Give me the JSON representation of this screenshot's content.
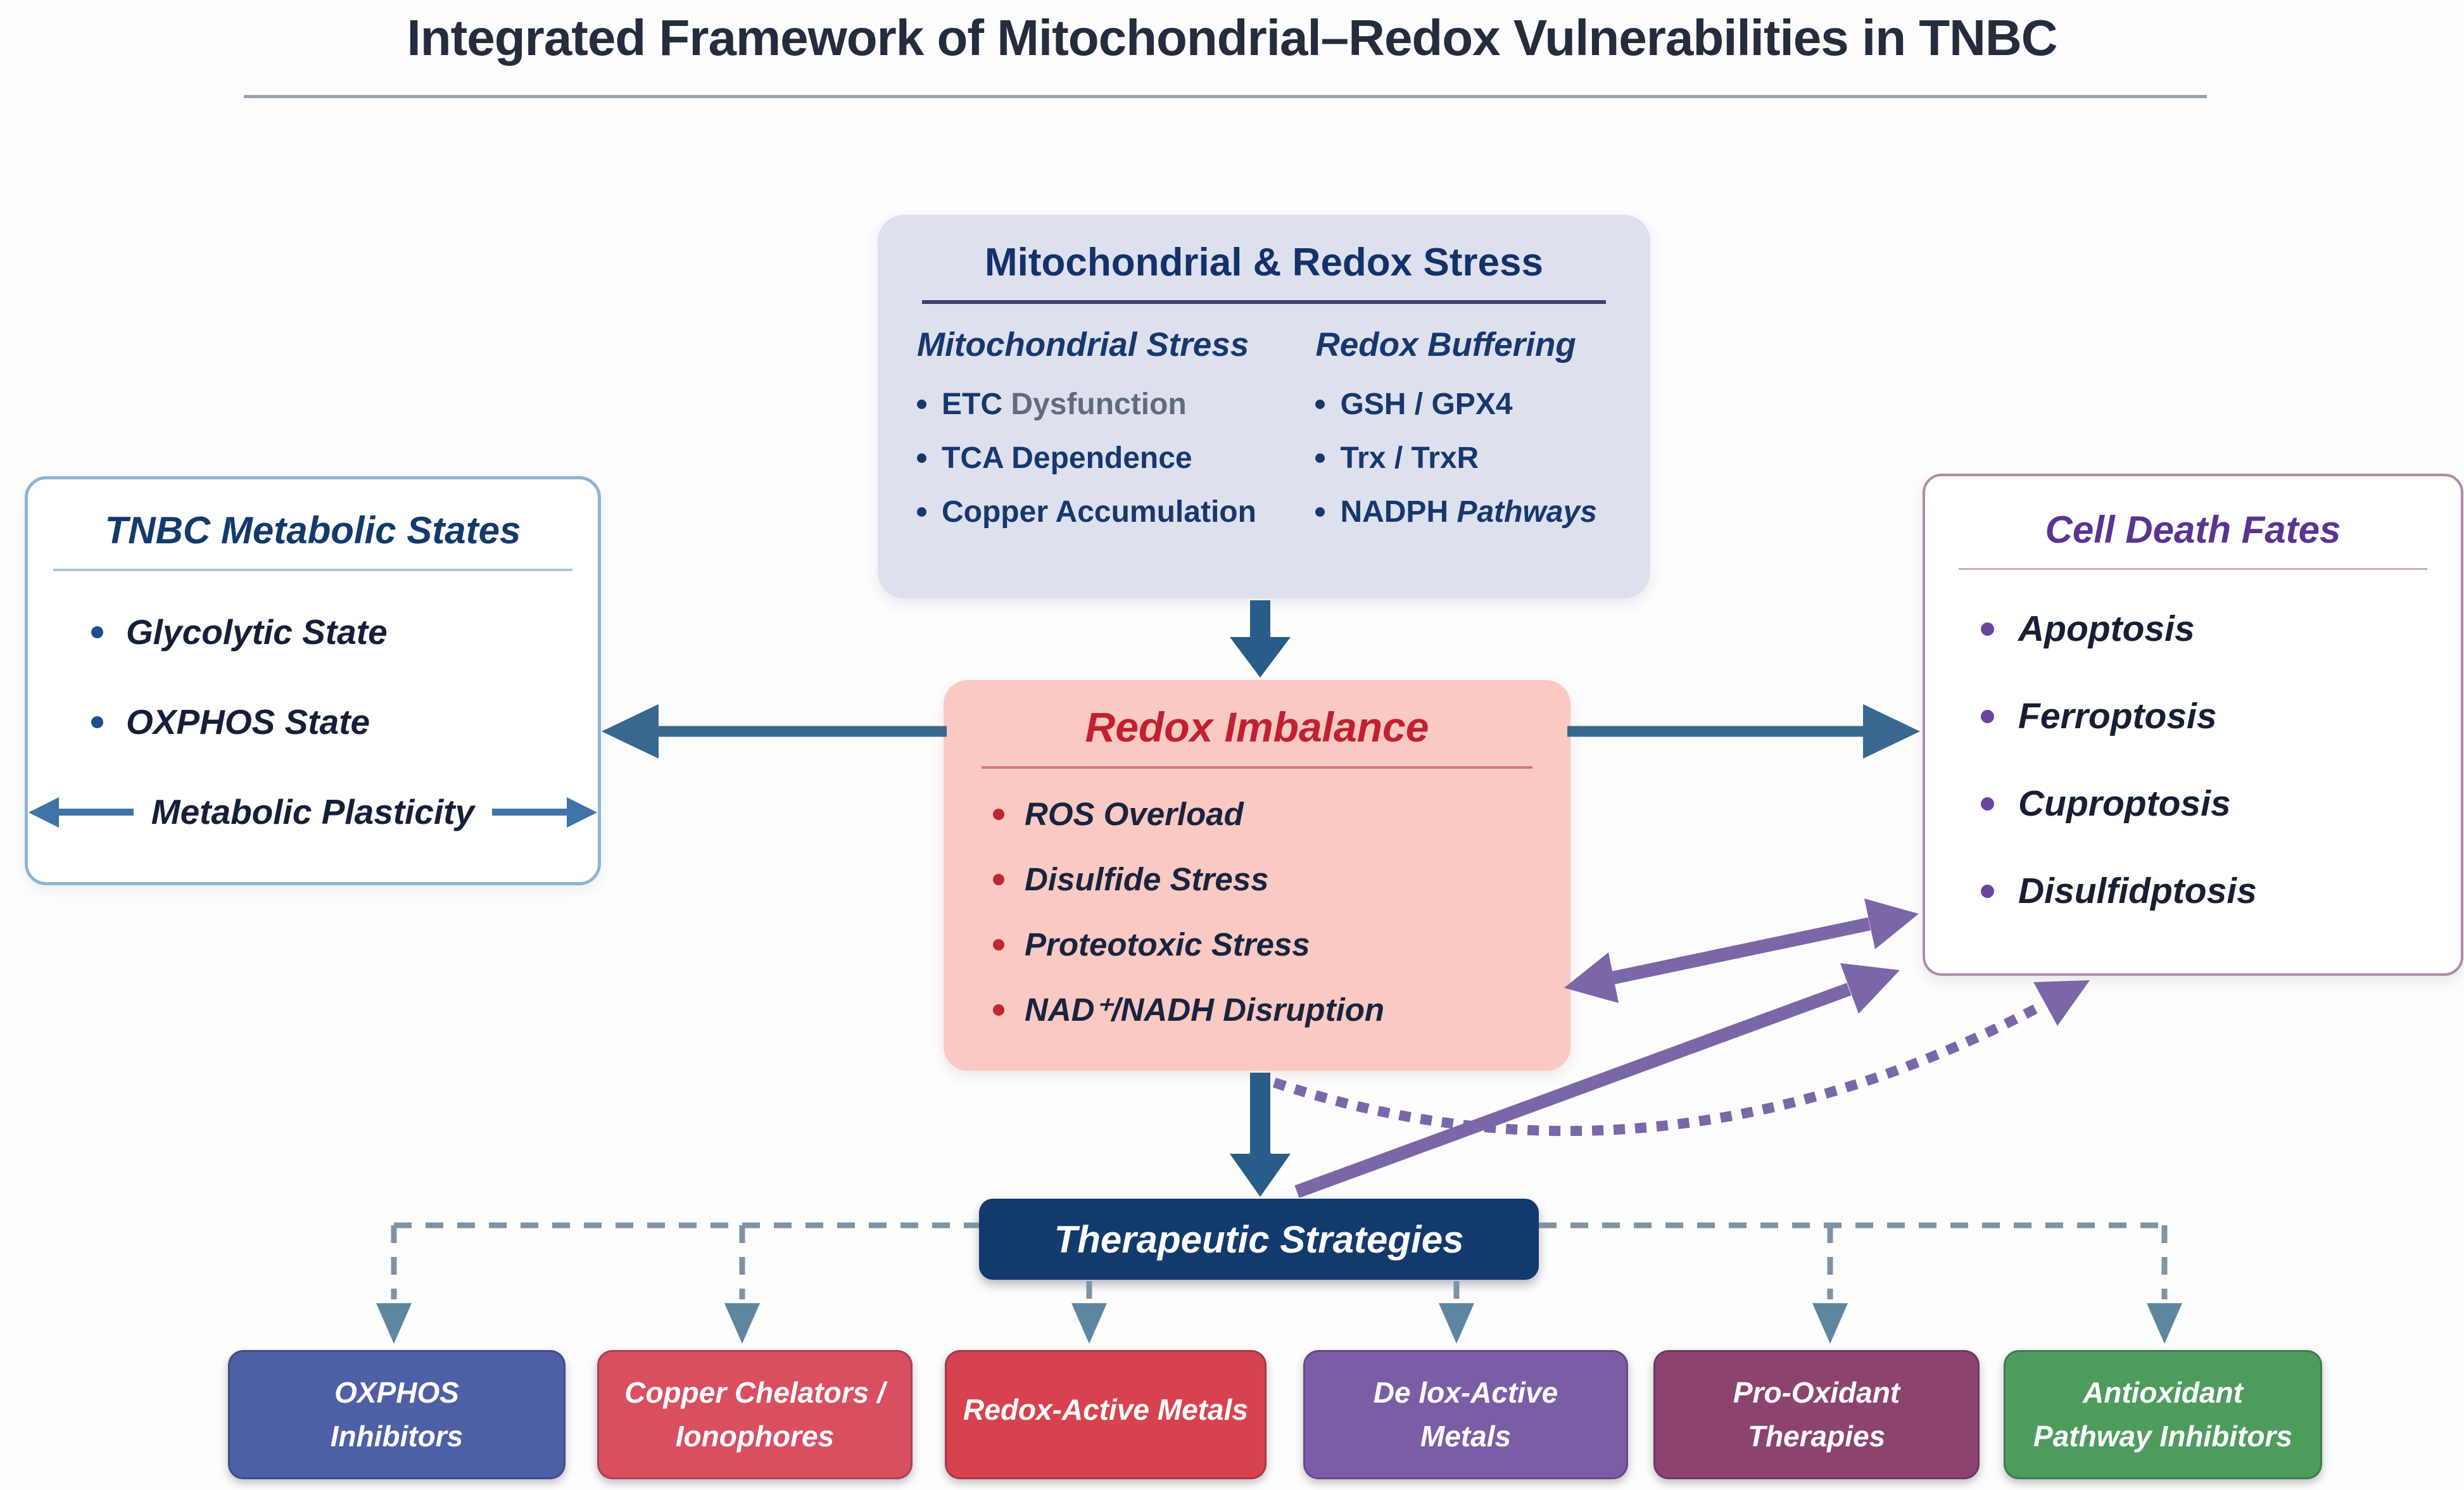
{
  "title": "Integrated Framework of Mitochondrial–Redox Vulnerabilities in TNBC",
  "stress_box": {
    "title": "Mitochondrial & Redox Stress",
    "left": {
      "header": "Mitochondrial Stress",
      "items": [
        {
          "head": "ETC",
          "tail": " Dysfunction"
        },
        {
          "head": "TCA Dependence",
          "tail": ""
        },
        {
          "head": "Copper Accumulation",
          "tail": ""
        }
      ]
    },
    "right": {
      "header": "Redox Buffering",
      "items": [
        {
          "head": "GSH / GPX4",
          "tail": ""
        },
        {
          "head": "Trx / TrxR",
          "tail": ""
        },
        {
          "head": "NADPH",
          "tail": " Pathways"
        }
      ]
    }
  },
  "metabolic_box": {
    "title": "TNBC Metabolic States",
    "items": [
      "Glycolytic State",
      "OXPHOS State"
    ],
    "plasticity": "Metabolic Plasticity"
  },
  "fates_box": {
    "title": "Cell Death Fates",
    "items": [
      "Apoptosis",
      "Ferroptosis",
      "Cuproptosis",
      "Disulfidptosis"
    ]
  },
  "imbalance_box": {
    "title": "Redox Imbalance",
    "items": [
      "ROS Overload",
      "Disulfide Stress",
      "Proteotoxic Stress",
      "NAD⁺/NADH Disruption"
    ]
  },
  "strategies": {
    "label": "Therapeutic Strategies",
    "boxes": [
      {
        "line1": "OXPHOS",
        "line2": "Inhibitors",
        "color": "#4d5fa5"
      },
      {
        "line1": "Copper Chelators /",
        "line2": "Ionophores",
        "color": "#d84f60"
      },
      {
        "line1": "Redox-Active Metals",
        "line2": "",
        "color": "#d6434f"
      },
      {
        "line1": "De lox-Active",
        "line2": "Metals",
        "color": "#7b5da6"
      },
      {
        "line1": "Pro-Oxidant",
        "line2": "Therapies",
        "color": "#8c4370"
      },
      {
        "line1": "Antioxidant",
        "line2": "Pathway Inhibitors",
        "color": "#4d9c5c"
      }
    ]
  },
  "colors": {
    "navy_text": "#17376e",
    "dark_text": "#1b2336",
    "muted_gray": "#5f6c7e",
    "red_accent": "#c31f30",
    "purple_title": "#5a3490",
    "purple_arrow": "#7a67a8",
    "steel_arrow": "#38688f",
    "steel_arrow_dark": "#275d88",
    "dashed_gray": "#7e93a4",
    "bottom_arrowhead": "#5d86a1",
    "stress_box_bg": "#dde1ee",
    "imbalance_box_bg": "#f9c9c2",
    "strategies_bg": "#123a6d",
    "metabolic_border": "#8fb4d4",
    "fates_border": "#b08ba4"
  }
}
